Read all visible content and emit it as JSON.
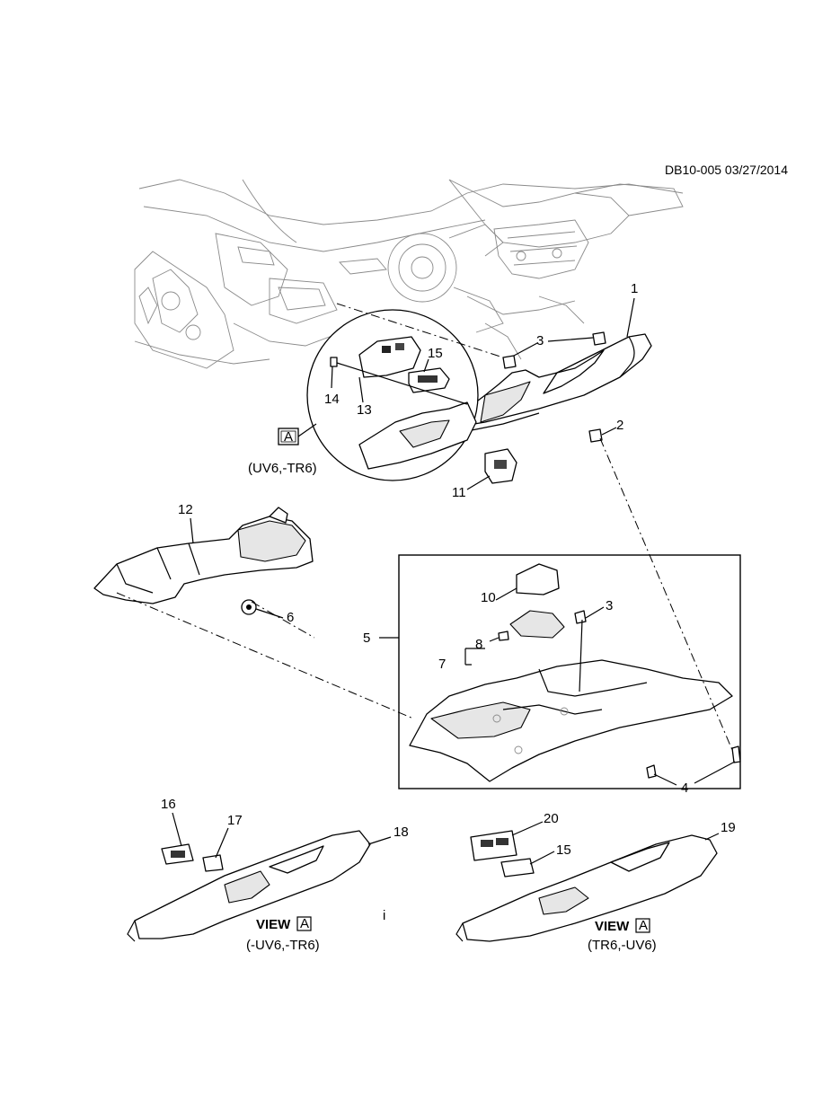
{
  "header": {
    "code": "DB10-005 03/27/2014"
  },
  "callouts": {
    "c1": "1",
    "c2": "2",
    "c3a": "3",
    "c3b": "3",
    "c4": "4",
    "c5": "5",
    "c6": "6",
    "c7": "7",
    "c8": "8",
    "c10": "10",
    "c11": "11",
    "c12": "12",
    "c13": "13",
    "c14": "14",
    "c15a": "15",
    "c15b": "15",
    "c16": "16",
    "c17": "17",
    "c18": "18",
    "c19": "19",
    "c20": "20"
  },
  "view_box_letter": "A",
  "detail_note": "(UV6,-TR6)",
  "view_left": {
    "title": "VIEW",
    "box": "A",
    "note": "(-UV6,-TR6)"
  },
  "view_right": {
    "title": "VIEW",
    "box": "A",
    "note": "(TR6,-UV6)"
  },
  "stray_mark": "i"
}
